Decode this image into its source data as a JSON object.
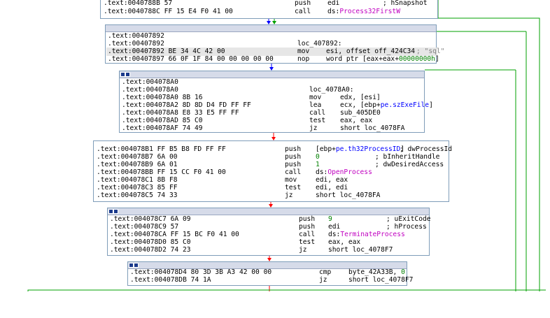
{
  "blocks": [
    {
      "id": "b0",
      "lines": [
        {
          "addr": ".text:0040788B 57",
          "mnem": "push",
          "ops": "edi",
          "cmt": "; hSnapshot"
        },
        {
          "addr": ".text:0040788C FF 15 E4 F0 41 00",
          "mnem": "call",
          "ops_pre": "ds:",
          "ops_fn": "Process32FirstW",
          "cmt": ""
        }
      ]
    },
    {
      "id": "b1",
      "lines": [
        {
          "addr": ".text:00407892",
          "mnem": "",
          "ops": "",
          "cmt": ""
        },
        {
          "addr": ".text:00407892",
          "mnem": "loc_407892:",
          "ops": "",
          "cmt": ""
        },
        {
          "addr": ".text:00407892 BE 34 4C 42 00",
          "mnem": "mov",
          "ops": "esi, offset off_424C34",
          "cmt": "; \"sql\"",
          "hl": true
        },
        {
          "addr": ".text:00407897 66 0F 1F 84 00 00 00 00 00",
          "mnem": "nop",
          "ops": "word ptr [eax+eax+",
          "ops2": "00000000h",
          "ops3": "]",
          "cmt": ""
        }
      ]
    },
    {
      "id": "b2",
      "lines": [
        {
          "addr": ".text:004078A0",
          "mnem": "",
          "ops": ""
        },
        {
          "addr": ".text:004078A0",
          "mnem": "loc_4078A0:",
          "ops": ""
        },
        {
          "addr": ".text:004078A0 8B 16",
          "mnem": "mov",
          "ops": "edx, [esi]"
        },
        {
          "addr": ".text:004078A2 8D 8D D4 FD FF FF",
          "mnem": "lea",
          "ops": "ecx, [ebp+",
          "ops2": "pe.szExeFile",
          "ops3": "]"
        },
        {
          "addr": ".text:004078A8 E8 33 E5 FF FF",
          "mnem": "call",
          "ops": "sub_405DE0"
        },
        {
          "addr": ".text:004078AD 85 C0",
          "mnem": "test",
          "ops": "eax, eax"
        },
        {
          "addr": ".text:004078AF 74 49",
          "mnem": "jz",
          "ops": "short loc_4078FA"
        }
      ]
    },
    {
      "id": "b3",
      "lines": [
        {
          "addr": ".text:004078B1 FF B5 B8 FD FF FF",
          "mnem": "push",
          "ops": "[ebp+",
          "ops2": "pe.th32ProcessID",
          "ops3": "]",
          "cmt": "; dwProcessId"
        },
        {
          "addr": ".text:004078B7 6A 00",
          "mnem": "push",
          "ops2": "0",
          "cmt": "; bInheritHandle"
        },
        {
          "addr": ".text:004078B9 6A 01",
          "mnem": "push",
          "ops2": "1",
          "cmt": "; dwDesiredAccess"
        },
        {
          "addr": ".text:004078BB FF 15 CC F0 41 00",
          "mnem": "call",
          "ops_pre": "ds:",
          "ops_fn": "OpenProcess"
        },
        {
          "addr": ".text:004078C1 8B F8",
          "mnem": "mov",
          "ops": "edi, eax"
        },
        {
          "addr": ".text:004078C3 85 FF",
          "mnem": "test",
          "ops": "edi, edi"
        },
        {
          "addr": ".text:004078C5 74 33",
          "mnem": "jz",
          "ops": "short loc_4078FA"
        }
      ]
    },
    {
      "id": "b4",
      "lines": [
        {
          "addr": ".text:004078C7 6A 09",
          "mnem": "push",
          "ops2": "9",
          "cmt": "; uExitCode"
        },
        {
          "addr": ".text:004078C9 57",
          "mnem": "push",
          "ops": "edi",
          "cmt": "; hProcess"
        },
        {
          "addr": ".text:004078CA FF 15 BC F0 41 00",
          "mnem": "call",
          "ops_pre": "ds:",
          "ops_fn": "TerminateProcess"
        },
        {
          "addr": ".text:004078D0 85 C0",
          "mnem": "test",
          "ops": "eax, eax"
        },
        {
          "addr": ".text:004078D2 74 23",
          "mnem": "jz",
          "ops": "short loc_4078F7"
        }
      ]
    },
    {
      "id": "b5",
      "lines": [
        {
          "addr": ".text:004078D4 80 3D 3B A3 42 00 00",
          "mnem": "cmp",
          "ops": "byte_42A33B, ",
          "ops2": "0"
        },
        {
          "addr": ".text:004078DB 74 1A",
          "mnem": "jz",
          "ops": "short loc_4078F7"
        }
      ]
    }
  ],
  "colors": {
    "call_target": "#c000c0",
    "immediate": "#008000",
    "struct_member": "#0000ff",
    "comment": "#808080",
    "true_edge": "#008000",
    "false_edge": "#ff0000",
    "uncond_edge": "#0000ff"
  }
}
